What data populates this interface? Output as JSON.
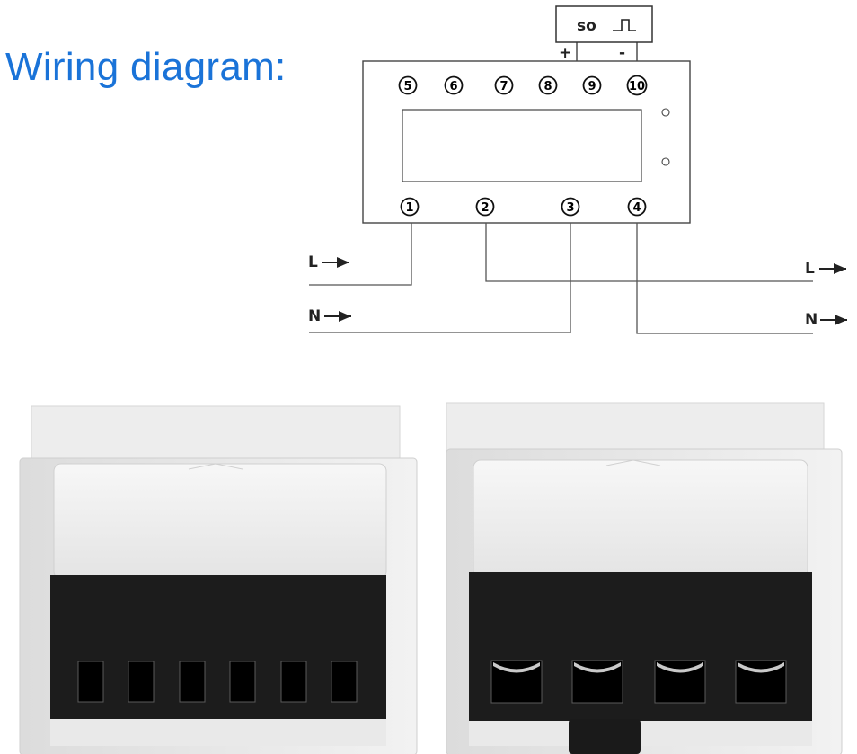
{
  "title": "Wiring diagram:",
  "so_box": {
    "label": "so",
    "plus": "+",
    "minus": "-"
  },
  "terminals_top": [
    "5",
    "6",
    "7",
    "8",
    "9",
    "10"
  ],
  "terminals_bottom": [
    "1",
    "2",
    "3",
    "4"
  ],
  "lines_left": {
    "l": "L",
    "n": "N"
  },
  "lines_right": {
    "l": "L",
    "n": "N"
  },
  "photos": [
    {
      "terminal_slots": 6
    },
    {
      "terminal_slots": 4
    }
  ],
  "colors": {
    "title": "#1a73d8",
    "line": "#444444"
  }
}
